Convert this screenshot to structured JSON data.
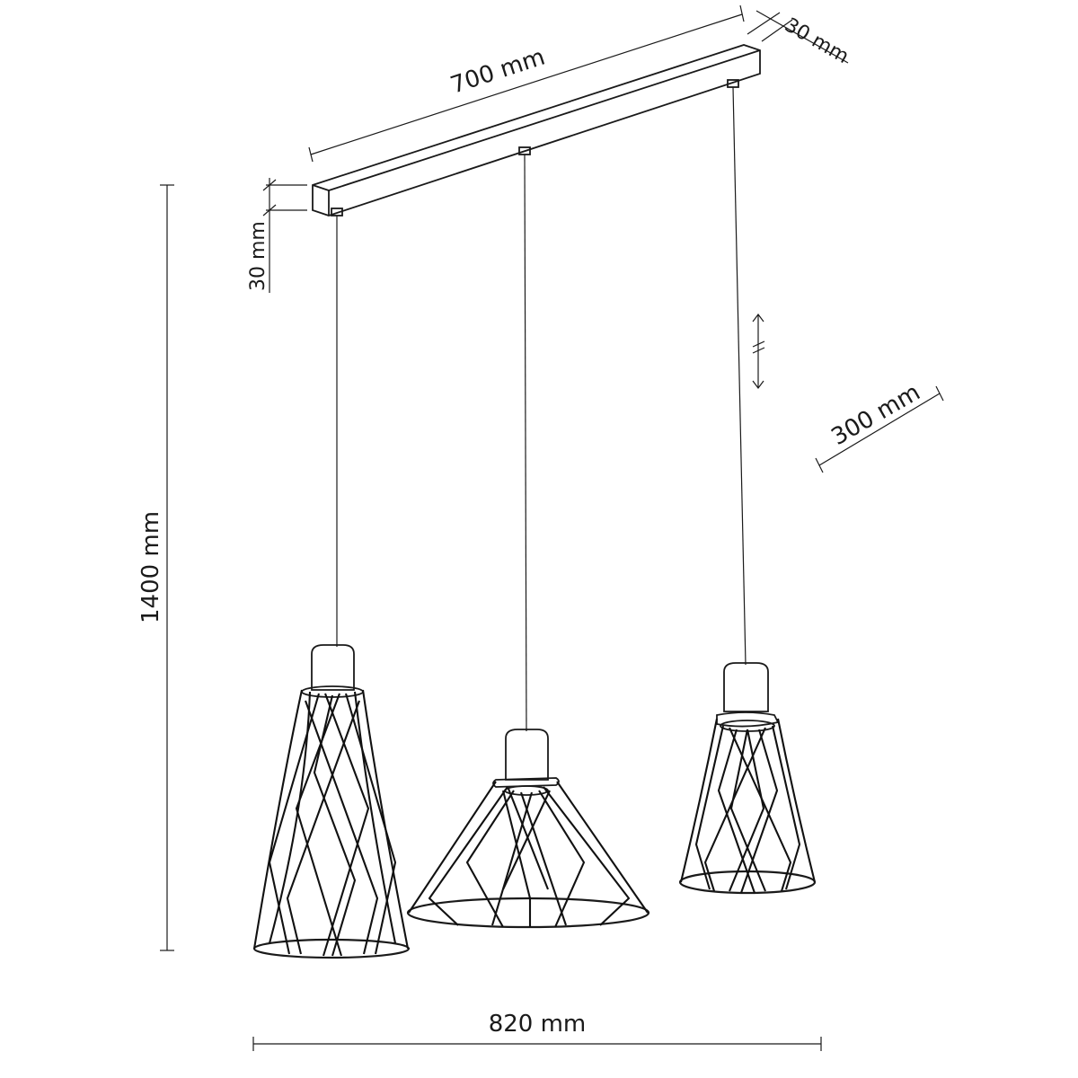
{
  "dimensions": {
    "bar_length": "700 mm",
    "bar_depth": "30 mm",
    "bar_height": "30 mm",
    "overall_height": "1400 mm",
    "shade_width": "300 mm",
    "overall_width": "820 mm"
  }
}
